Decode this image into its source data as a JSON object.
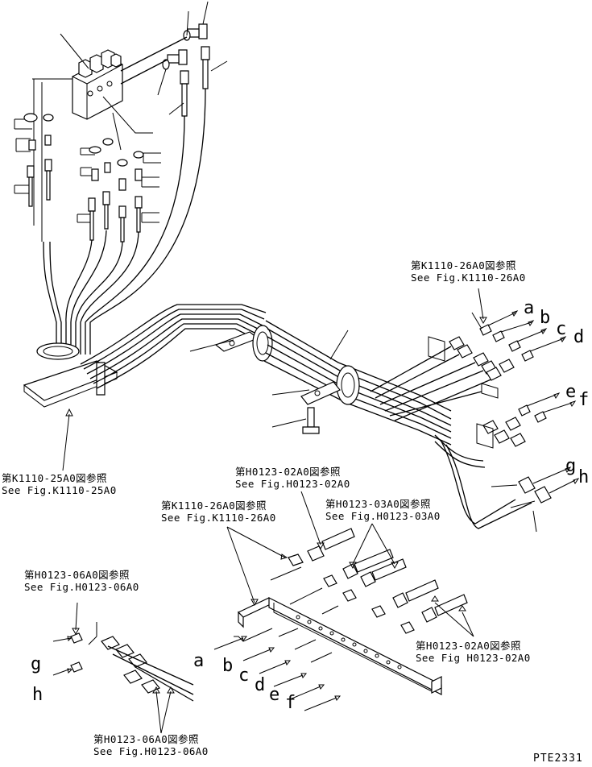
{
  "references": [
    {
      "id": "k1110-26a0-top",
      "jp": "第K1110-26A0図参照",
      "en": "See Fig.K1110-26A0"
    },
    {
      "id": "k1110-25a0",
      "jp": "第K1110-25A0図参照",
      "en": "See Fig.K1110-25A0"
    },
    {
      "id": "h0123-02a0-top",
      "jp": "第H0123-02A0図参照",
      "en": "See Fig.H0123-02A0"
    },
    {
      "id": "k1110-26a0-mid",
      "jp": "第K1110-26A0図参照",
      "en": "See Fig.K1110-26A0"
    },
    {
      "id": "h0123-03a0",
      "jp": "第H0123-03A0図参照",
      "en": "See Fig.H0123-03A0"
    },
    {
      "id": "h0123-06a0-left",
      "jp": "第H0123-06A0図参照",
      "en": "See Fig.H0123-06A0"
    },
    {
      "id": "h0123-02a0-right",
      "jp": "第H0123-02A0図参照",
      "en": "See Fig H0123-02A0"
    },
    {
      "id": "h0123-06a0-bottom",
      "jp": "第H0123-06A0図参照",
      "en": "See Fig.H0123-06A0"
    }
  ],
  "port_letters": {
    "upper": [
      "a",
      "b",
      "c",
      "d",
      "e",
      "f",
      "g",
      "h"
    ],
    "lower": [
      "a",
      "b",
      "c",
      "d",
      "e",
      "f"
    ],
    "left": [
      "g",
      "h"
    ]
  },
  "drawing_code": "PTE2331"
}
